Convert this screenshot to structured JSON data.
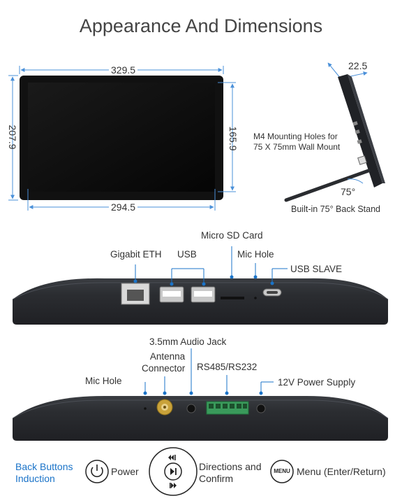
{
  "title": "Appearance And Dimensions",
  "dimensions": {
    "width": "329.5",
    "height": "207.9",
    "inner_height": "165.9",
    "inner_width": "294.5",
    "depth": "22.5",
    "angle": "75°"
  },
  "notes": {
    "mounting_line1": "M4 Mounting Holes for",
    "mounting_line2": "75 X 75mm Wall Mount",
    "stand": "Built-in 75° Back Stand"
  },
  "top_ports": {
    "micro_sd": "Micro SD Card",
    "gigabit_eth": "Gigabit ETH",
    "usb": "USB",
    "mic_hole": "Mic Hole",
    "usb_slave": "USB SLAVE"
  },
  "bottom_ports": {
    "audio_jack": "3.5mm Audio Jack",
    "antenna_line1": "Antenna",
    "antenna_line2": "Connector",
    "rs485": "RS485/RS232",
    "mic_hole": "Mic Hole",
    "power_supply": "12V Power Supply"
  },
  "back_buttons": {
    "heading_line1": "Back Buttons",
    "heading_line2": "Induction",
    "power": "Power",
    "directions_line1": "Directions and",
    "directions_line2": "Confirm",
    "menu_icon_text": "MENU",
    "menu": "Menu (Enter/Return)"
  },
  "colors": {
    "accent_blue": "#1a73c8",
    "dimension_line": "#4a90d9",
    "device_body": "#2b2d31",
    "terminal_green": "#3a9a5b"
  }
}
